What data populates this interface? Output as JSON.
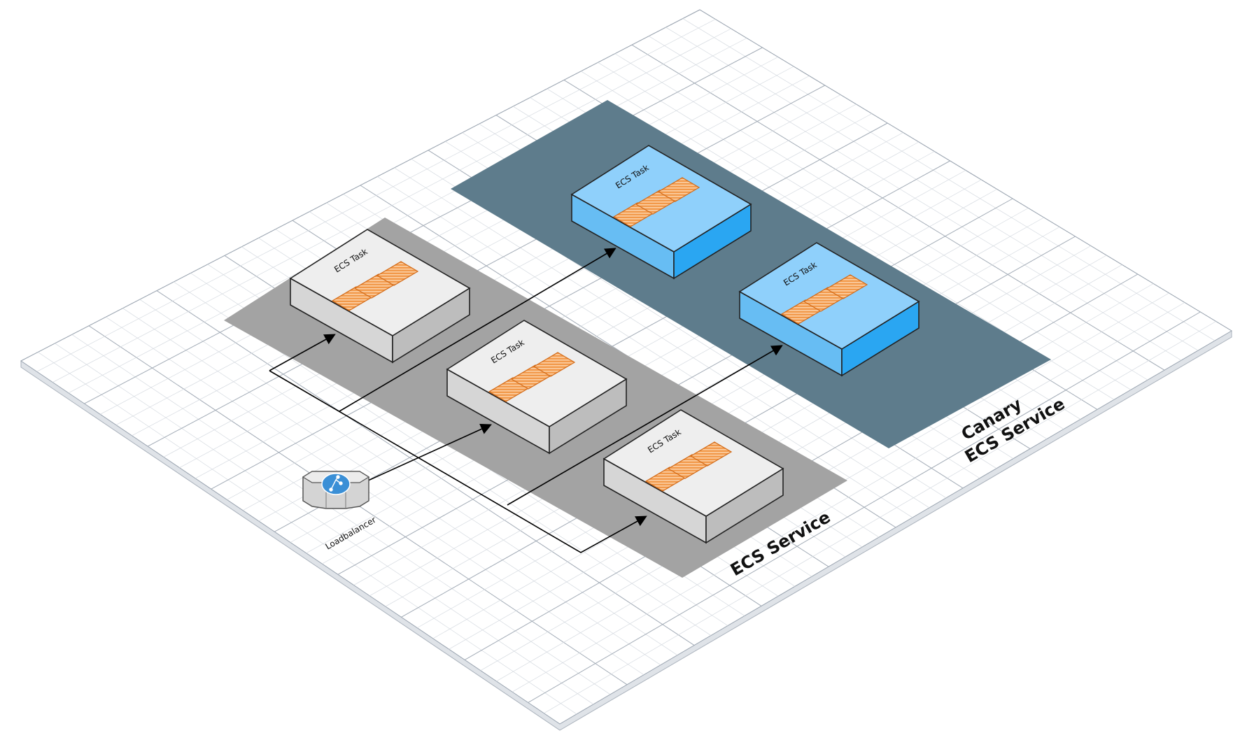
{
  "zones": {
    "primary": {
      "label": "ECS Service"
    },
    "canary": {
      "label_line1": "Canary",
      "label_line2": "ECS Service"
    }
  },
  "tasks": {
    "label": "ECS Task",
    "items": [
      {
        "zone": "primary"
      },
      {
        "zone": "primary"
      },
      {
        "zone": "primary"
      },
      {
        "zone": "canary"
      },
      {
        "zone": "canary"
      }
    ]
  },
  "loadbalancer": {
    "label": "Loadbalancer",
    "icon": "load-balancer-icon"
  },
  "colors": {
    "grid_line": "#c8ced6",
    "primary_zone": "#a3a3a3",
    "canary_zone": "#5e7c8c",
    "task_gray_top": "#eeeeee",
    "task_gray_left": "#d6d6d6",
    "task_gray_right": "#bdbdbd",
    "task_blue_top": "#8fd0fb",
    "task_blue_left": "#67bdf3",
    "task_blue_right": "#2aa6f2",
    "container_orange": "#f2994a",
    "container_stroke": "#d26a17",
    "lb_blue": "#3a8fd6"
  }
}
